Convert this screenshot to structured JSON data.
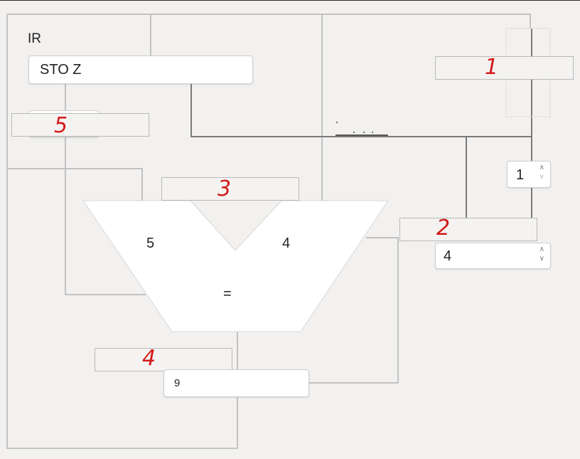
{
  "ir": {
    "label": "IR",
    "value": "STO Z"
  },
  "alu": {
    "left_input": "5",
    "right_input": "4",
    "operator": "="
  },
  "output": {
    "value": "9"
  },
  "spinner_small": {
    "value": "1"
  },
  "spinner_main": {
    "value": "4"
  },
  "handwritten_marks": {
    "m1": "1",
    "m2": "2",
    "m3": "3",
    "m4": "4",
    "m5": "5"
  },
  "colors": {
    "wire": "#bdbdbd",
    "dark_wire": "#6a6a6a",
    "marker": "#d21a1a",
    "background": "#f3f1ef"
  }
}
